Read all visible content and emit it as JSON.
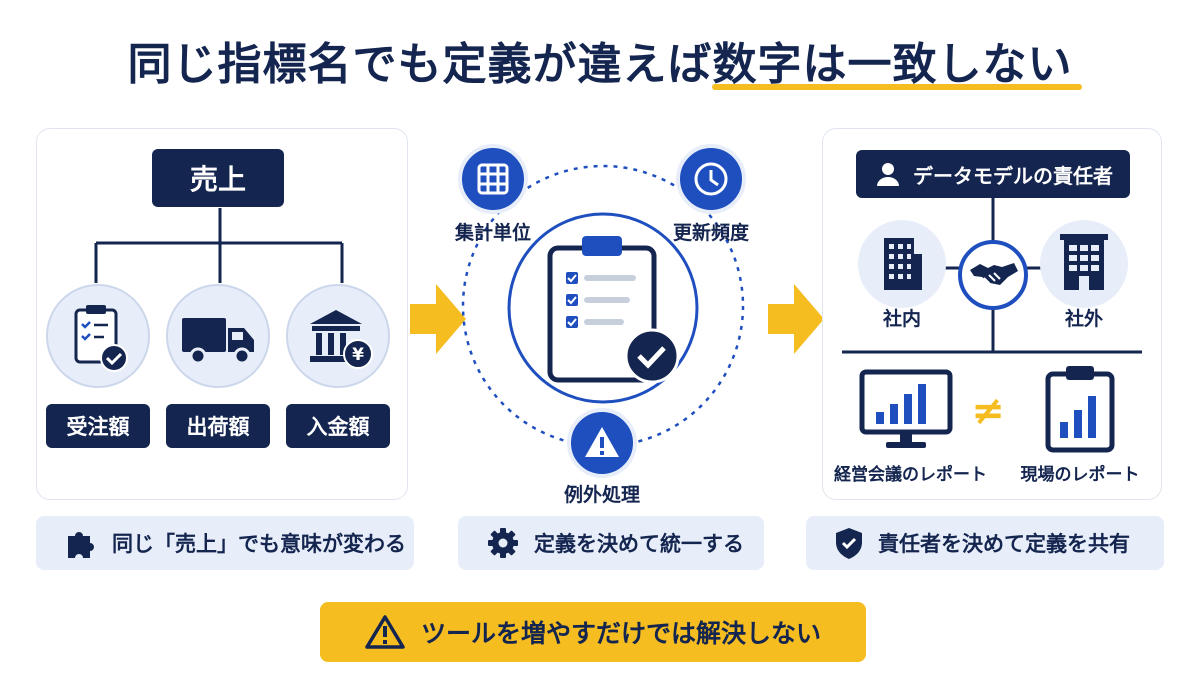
{
  "title": "同じ指標名でも定義が違えば数字は一致しない",
  "left_panel": {
    "top_label": "売上",
    "items": [
      {
        "icon": "clipboard-check-icon",
        "label": "受注額"
      },
      {
        "icon": "truck-icon",
        "label": "出荷額"
      },
      {
        "icon": "bank-yen-icon",
        "label": "入金額"
      }
    ],
    "caption": "同じ「売上」でも意味が変わる",
    "caption_icon": "puzzle-icon"
  },
  "middle_panel": {
    "nodes": [
      {
        "icon": "grid-icon",
        "label": "集計単位"
      },
      {
        "icon": "clock-icon",
        "label": "更新頻度"
      },
      {
        "icon": "warning-icon",
        "label": "例外処理"
      }
    ],
    "center_icon": "clipboard-checklist-icon",
    "caption": "定義を決めて統一する",
    "caption_icon": "gear-icon"
  },
  "right_panel": {
    "owner_label": "データモデルの責任者",
    "owner_icon": "person-icon",
    "internal_label": "社内",
    "external_label": "社外",
    "handshake_icon": "handshake-icon",
    "report_a": "経営会議のレポート",
    "report_b": "現場のレポート",
    "not_equal": "≠",
    "caption": "責任者を決めて定義を共有",
    "caption_icon": "shield-check-icon"
  },
  "footer": {
    "text": "ツールを増やすだけでは解決しない",
    "icon": "warning-triangle-icon"
  },
  "colors": {
    "navy": "#14254f",
    "blue": "#1f4fbf",
    "light_blue": "#e8eef9",
    "yellow": "#f5bd1f"
  }
}
